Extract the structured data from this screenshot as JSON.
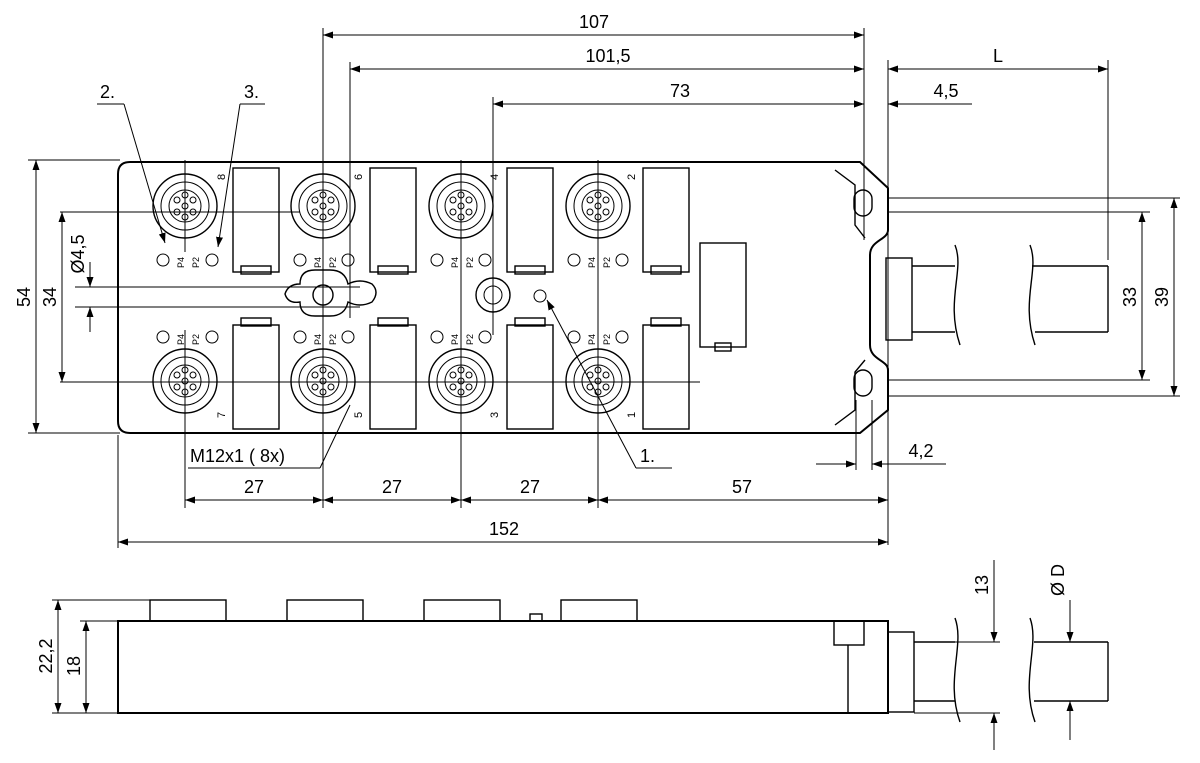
{
  "dimensions": {
    "top_107": "107",
    "top_1015": "101,5",
    "top_73": "73",
    "top_L": "L",
    "top_45": "4,5",
    "left_54": "54",
    "left_34": "34",
    "left_hole": "Ø4,5",
    "right_33": "33",
    "right_39": "39",
    "bottom_27a": "27",
    "bottom_27b": "27",
    "bottom_27c": "27",
    "bottom_57": "57",
    "bottom_152": "152",
    "right_42": "4,2",
    "side_222": "22,2",
    "side_18": "18",
    "side_13": "13",
    "side_D": "Ø D"
  },
  "callouts": {
    "c1": "1.",
    "c2": "2.",
    "c3": "3.",
    "connector": "M12x1 ( 8x)"
  },
  "port_numbers": [
    "8",
    "6",
    "4",
    "2",
    "7",
    "5",
    "3",
    "1"
  ],
  "led_labels": {
    "p4": "P4",
    "p2": "P2"
  }
}
